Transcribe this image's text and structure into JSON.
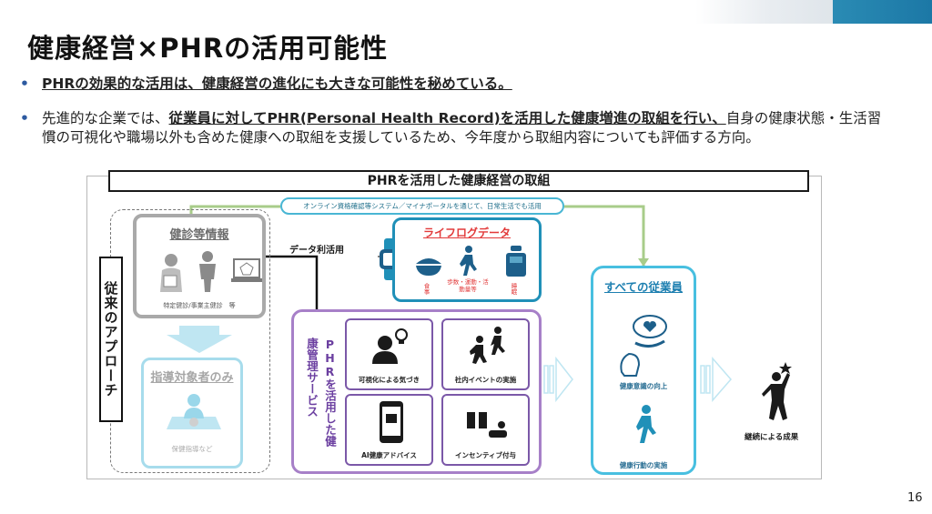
{
  "slide": {
    "title": "健康経営×PHRの活用可能性",
    "page_number": "16"
  },
  "bullets": {
    "marker": "•",
    "b1": "PHRの効果的な活用は、健康経営の進化にも大きな可能性を秘めている。",
    "b2_pre": "先進的な企業では、",
    "b2_underline": "従業員に対してPHR(Personal Health Record)を活用した健康増進の取組を行い、",
    "b2_post": "自身の健康状態・生活習慣の可視化や職場以外も含めた健康への取組を支援しているため、今年度から取組内容についても評価する方向。"
  },
  "diagram": {
    "title": "PHRを活用した健康経営の取組",
    "online_bar": "オンライン資格確認等システム／マイナポータルを通じて、日常生活でも活用",
    "conventional_label": "従来のアプローチ",
    "kenshin": {
      "heading": "健診等情報",
      "sub": "特定健診/事業主健診　等"
    },
    "shido": {
      "heading": "指導対象者のみ",
      "sub": "保健指導など"
    },
    "data_use_label": "データ利活用",
    "lifelog": {
      "heading": "ライフログデータ",
      "meal": "食事",
      "steps": "歩数・運動・活動量等",
      "sleep": "睡眠"
    },
    "service": {
      "vertical_title": "PHRを活用した健康管理サービス",
      "items": [
        {
          "label": "可視化による気づき"
        },
        {
          "label": "社内イベントの実施"
        },
        {
          "label": "AI健康アドバイス"
        },
        {
          "label": "インセンティブ付与"
        }
      ]
    },
    "employees": {
      "heading": "すべての従業員",
      "awareness": "健康意識の向上",
      "action": "健康行動の実施"
    },
    "result": "継続による成果"
  },
  "colors": {
    "accent_blue": "#2090b8",
    "light_blue": "#48bfe0",
    "purple": "#7b58a8",
    "green_connector": "#a8cc8a",
    "red_label": "#e23a3a",
    "gray": "#a9a9a9"
  },
  "icons": [
    "doctor-icon",
    "person-icon",
    "laptop-chart-icon",
    "counselor-icon",
    "smartwatch-icon",
    "meal-bowl-icon",
    "walking-icon",
    "sleep-bed-icon",
    "lightbulb-person-icon",
    "group-running-icon",
    "smartphone-icon",
    "gift-icon",
    "heart-hand-icon",
    "thinking-head-icon",
    "walking-employee-icon",
    "celebrating-person-icon"
  ]
}
